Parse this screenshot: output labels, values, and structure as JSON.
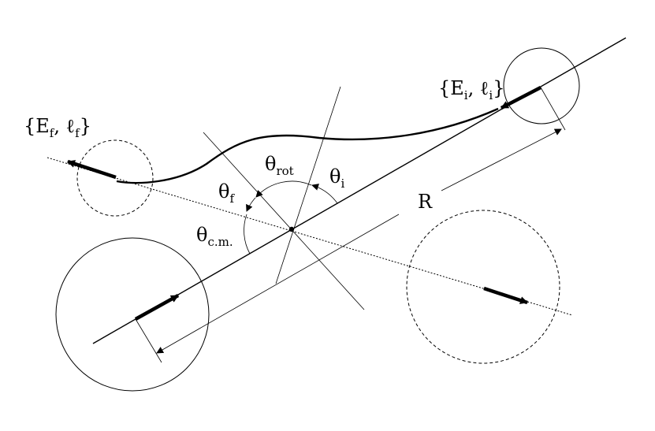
{
  "labels": {
    "initial_state": {
      "open": "{E",
      "e_sub": "i",
      "mid": ", ℓ",
      "l_sub": "i",
      "close": "}"
    },
    "final_state": {
      "open": "{E",
      "e_sub": "f",
      "mid": ", ℓ",
      "l_sub": "f",
      "close": "}"
    },
    "theta_i": {
      "base": "θ",
      "sub": "i"
    },
    "theta_f": {
      "base": "θ",
      "sub": "f"
    },
    "theta_rot": {
      "base": "θ",
      "sub": "rot"
    },
    "theta_cm": {
      "base": "θ",
      "sub": "c.m."
    },
    "separation": "R"
  },
  "colors": {
    "ink": "#000000",
    "background": "#ffffff"
  }
}
